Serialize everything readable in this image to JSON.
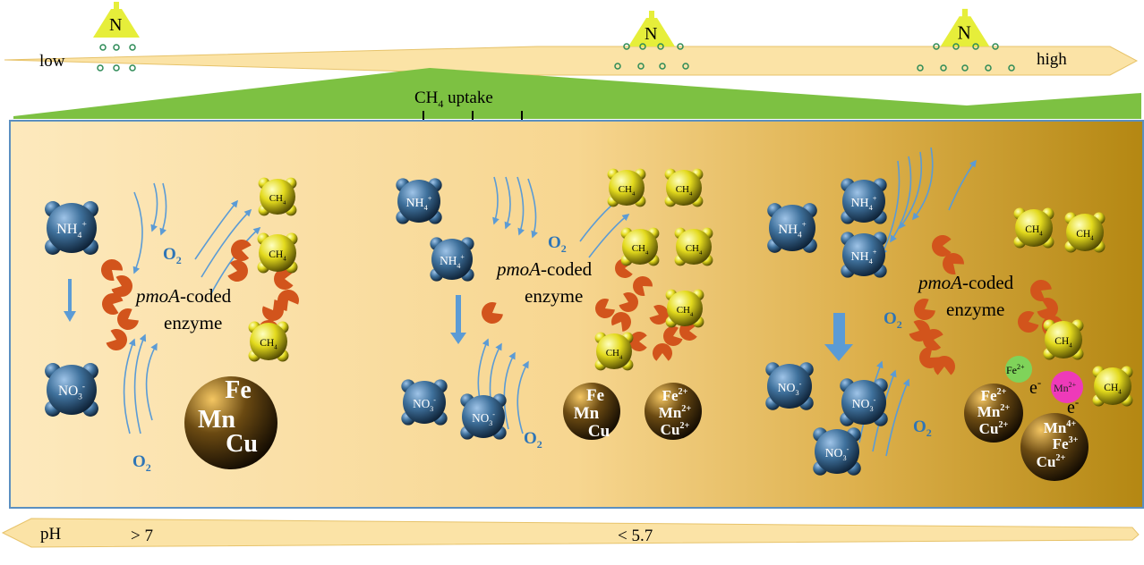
{
  "nitrogen": {
    "symbol": "N",
    "gradient_low": "low",
    "gradient_high": "high"
  },
  "methane": {
    "uptake_label": "CH",
    "uptake_sub": "4",
    "uptake_suffix": " uptake"
  },
  "ph_bar": {
    "label": "pH",
    "left_value": "> 7",
    "right_value": "< 5.7"
  },
  "molecules": {
    "ammonium": "NH",
    "ammonium_sub": "4",
    "ammonium_sup": "+",
    "nitrate": "NO",
    "nitrate_sub": "3",
    "nitrate_sup": "-",
    "methane": "CH",
    "methane_sub": "4",
    "oxygen": "O",
    "oxygen_sub": "2"
  },
  "enzyme": {
    "line1_italic": "pmoA",
    "line1_rest": "-coded",
    "line2": "enzyme"
  },
  "metals": {
    "zone1": [
      "Fe",
      "Mn",
      "Cu"
    ],
    "zone2_a": [
      "Fe",
      "Mn",
      "Cu"
    ],
    "zone2_b": [
      "Fe2+",
      "Mn2+",
      "Cu2+"
    ],
    "zone3_a": [
      "Fe2+",
      "Mn2+",
      "Cu2+"
    ],
    "zone3_b": [
      "Mn4+",
      "Fe3+",
      "Cu2+"
    ],
    "fe_ion": "Fe2+",
    "mn_ion": "Mn2+",
    "electron": "e-"
  },
  "colors": {
    "nitrogen_cone": "#e6ee3a",
    "gradient_bar": "#fbe3a6",
    "uptake_band": "#7dc142",
    "soil_light": "#fde8b8",
    "soil_dark": "#b98a17",
    "ammonium_sphere": "#3a6b96",
    "methane_sphere": "#e8e22a",
    "enzyme": "#d2541c",
    "arrow_blue": "#5b9bd5",
    "fe_ion": "#7fd35a",
    "mn_ion": "#ee3ab9"
  }
}
